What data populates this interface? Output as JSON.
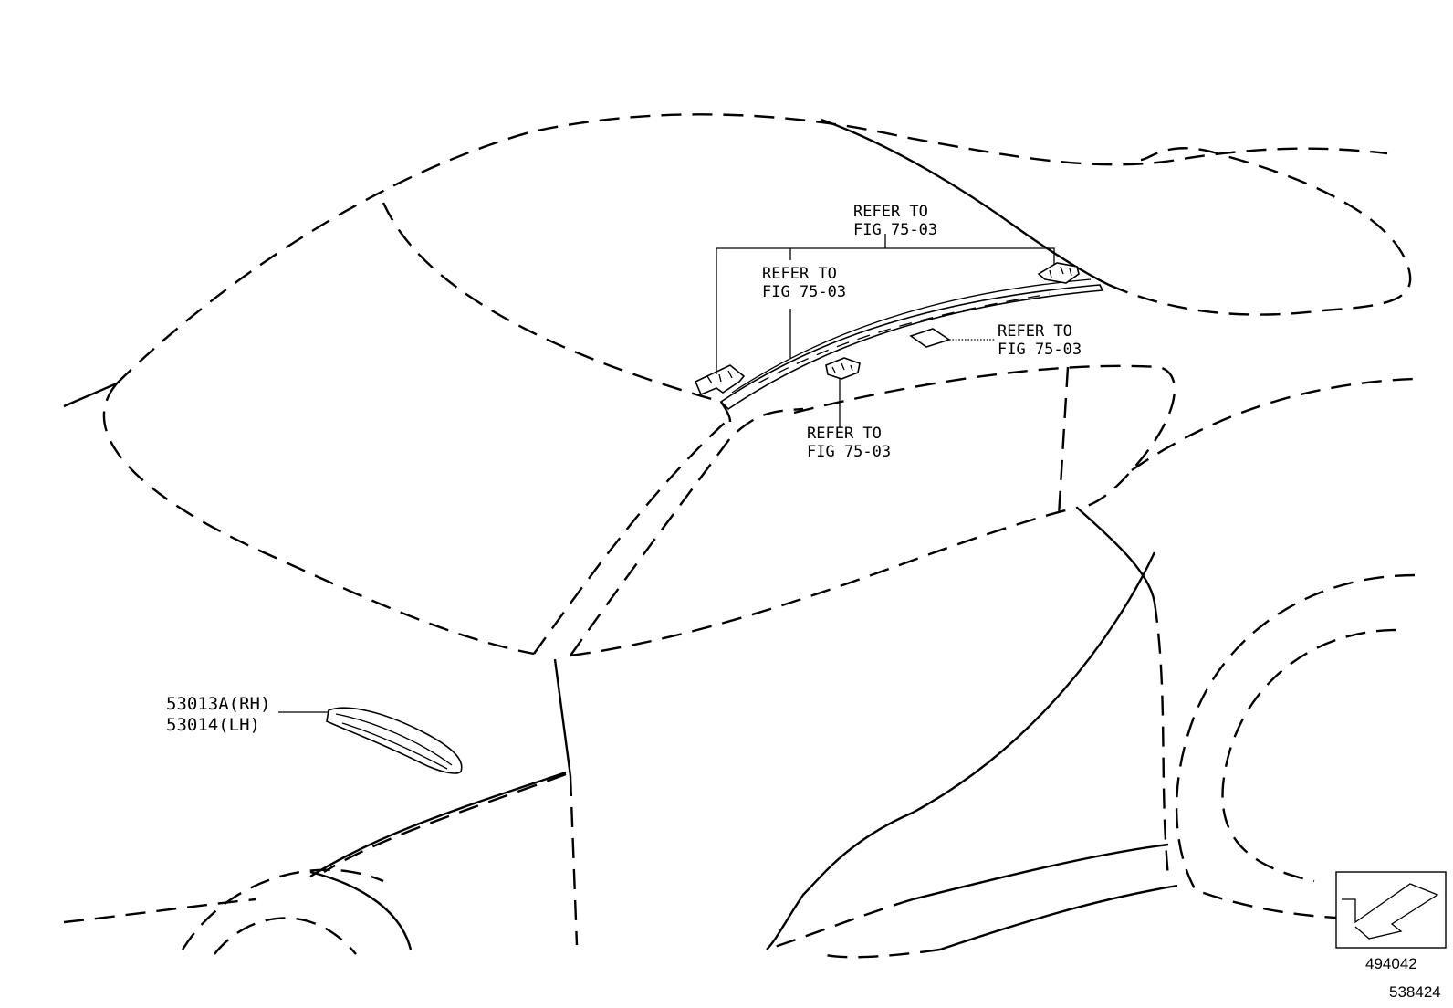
{
  "callouts": [
    {
      "line1": "REFER TO",
      "line2": "FIG 75-03"
    },
    {
      "line1": "REFER TO",
      "line2": "FIG 75-03"
    },
    {
      "line1": "REFER TO",
      "line2": "FIG 75-03"
    },
    {
      "line1": "REFER TO",
      "line2": "FIG 75-03"
    }
  ],
  "part_labels": {
    "rh": "53013A(RH)",
    "lh": "53014(LH)"
  },
  "view_symbol_number": "494042",
  "figure_number": "538424",
  "icons": {
    "view": "view-direction-icon"
  }
}
